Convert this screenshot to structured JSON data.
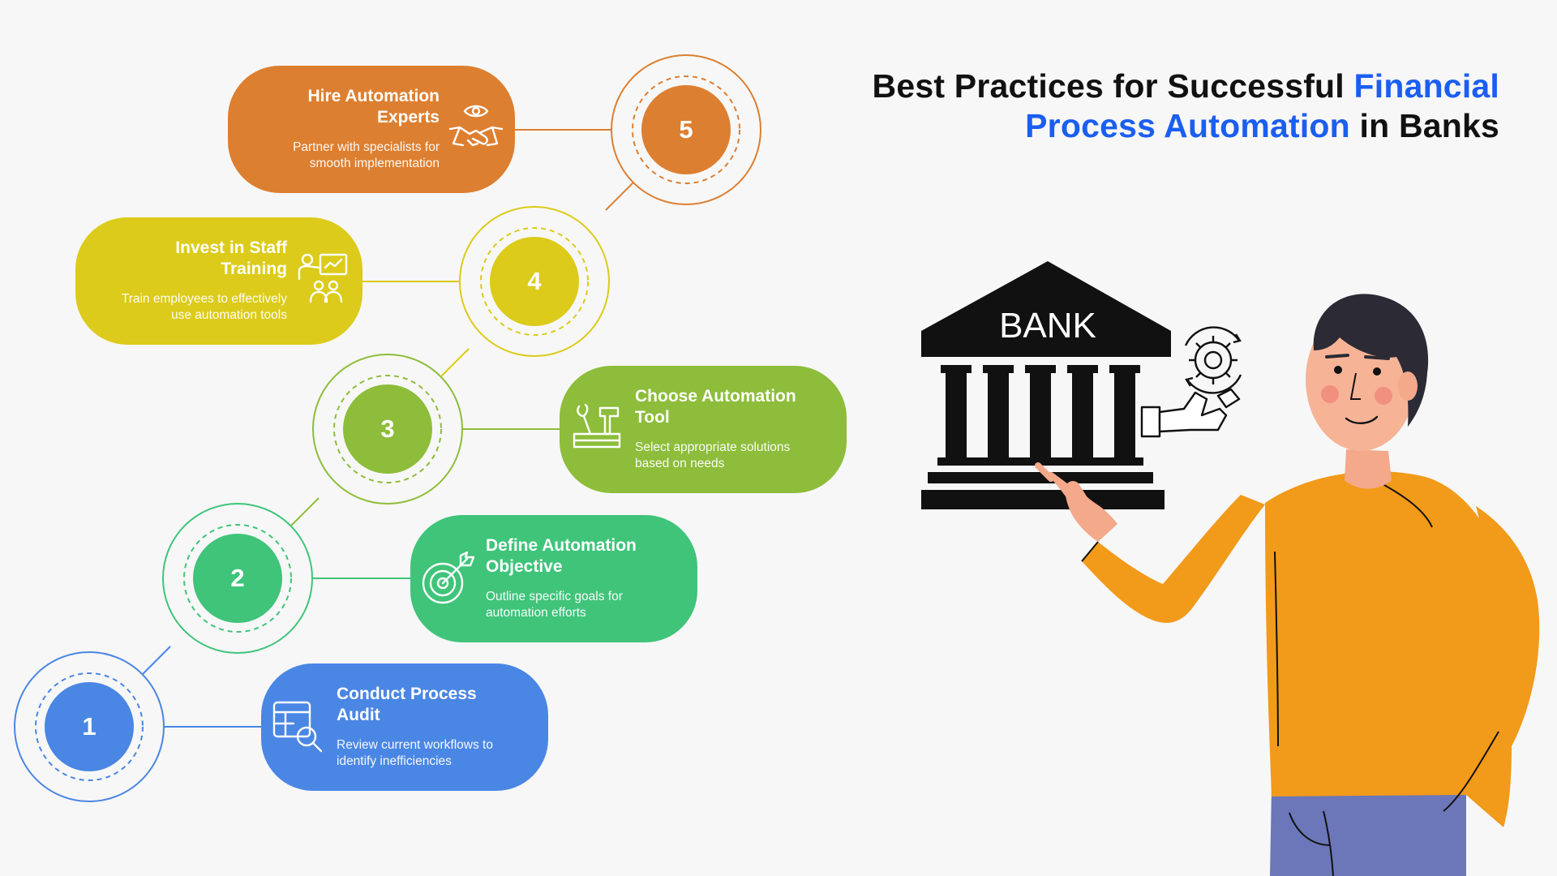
{
  "title": {
    "part1": "Best Practices for Successful ",
    "highlight1": "Financial",
    "highlight2": "Process Automation",
    "part2": " in Banks"
  },
  "colors": {
    "highlight": "#1b5ef0",
    "step1": "#4a86e4",
    "step2": "#3fc47a",
    "step3": "#8dbd3a",
    "step4": "#dccb1a",
    "step5": "#dd7f30"
  },
  "steps": [
    {
      "number": "1",
      "title_line1": "Conduct Process",
      "title_line2": "Audit",
      "desc_line1": "Review current workflows to",
      "desc_line2": "identify inefficiencies",
      "icon": "spreadsheet-search-icon"
    },
    {
      "number": "2",
      "title_line1": "Define Automation",
      "title_line2": "Objective",
      "desc_line1": "Outline specific goals for",
      "desc_line2": "automation efforts",
      "icon": "target-arrow-icon"
    },
    {
      "number": "3",
      "title_line1": "Choose Automation",
      "title_line2": "Tool",
      "desc_line1": "Select appropriate solutions",
      "desc_line2": "based on needs",
      "icon": "tools-icon"
    },
    {
      "number": "4",
      "title_line1": "Invest in Staff",
      "title_line2": "Training",
      "desc_line1": "Train employees to effectively",
      "desc_line2": "use automation tools",
      "icon": "training-presentation-icon"
    },
    {
      "number": "5",
      "title_line1": "Hire Automation",
      "title_line2": "Experts",
      "desc_line1": "Partner with specialists for",
      "desc_line2": "smooth implementation",
      "icon": "handshake-eye-icon"
    }
  ],
  "illustration": {
    "bank_label": "BANK",
    "bank_icon": "bank-building-icon",
    "gear_icon": "gear-icon",
    "robot_arm_icon": "robot-arm-icon",
    "person_icon": "person-pointing-illustration"
  }
}
